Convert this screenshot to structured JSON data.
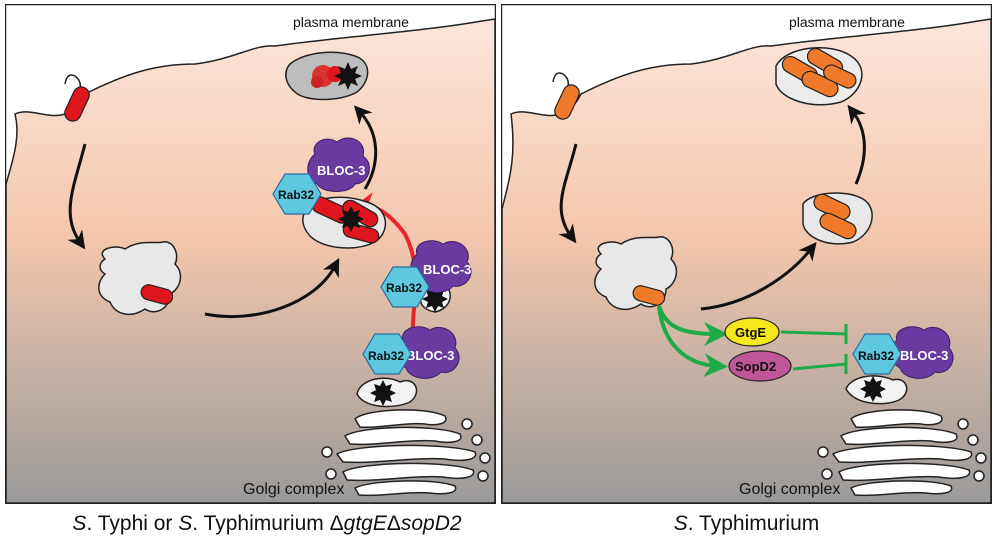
{
  "left_panel": {
    "membrane_label": "plasma membrane",
    "golgi_label": "Golgi complex",
    "rab_labels": [
      "Rab32",
      "Rab32",
      "Rab32"
    ],
    "bloc_labels": [
      "BLOC-3",
      "BLOC-3",
      "BLOC-3"
    ]
  },
  "right_panel": {
    "membrane_label": "plasma membrane",
    "golgi_label": "Golgi complex",
    "gtge_label": "GtgE",
    "sopd2_label": "SopD2",
    "rab_label": "Rab32",
    "bloc_label": "BLOC-3"
  },
  "captions": {
    "left": {
      "part1": "S",
      "part2": ". Typhi or ",
      "part3": "S",
      "part4": ". Typhimurium Δ",
      "part5": "gtgE",
      "part6": "Δ",
      "part7": "sopD2"
    },
    "right": {
      "part1": "S",
      "part2": ". Typhimurium"
    }
  },
  "colors": {
    "bacteria_left": "#e0161e",
    "bacteria_right": "#f07a2a",
    "rab32": "#5ec8e0",
    "bloc3": "#6a3aa0",
    "gtge": "#f5e81c",
    "sopd2": "#c0569a",
    "green_arrow": "#1faa4a",
    "red_arrow": "#e8262a"
  }
}
